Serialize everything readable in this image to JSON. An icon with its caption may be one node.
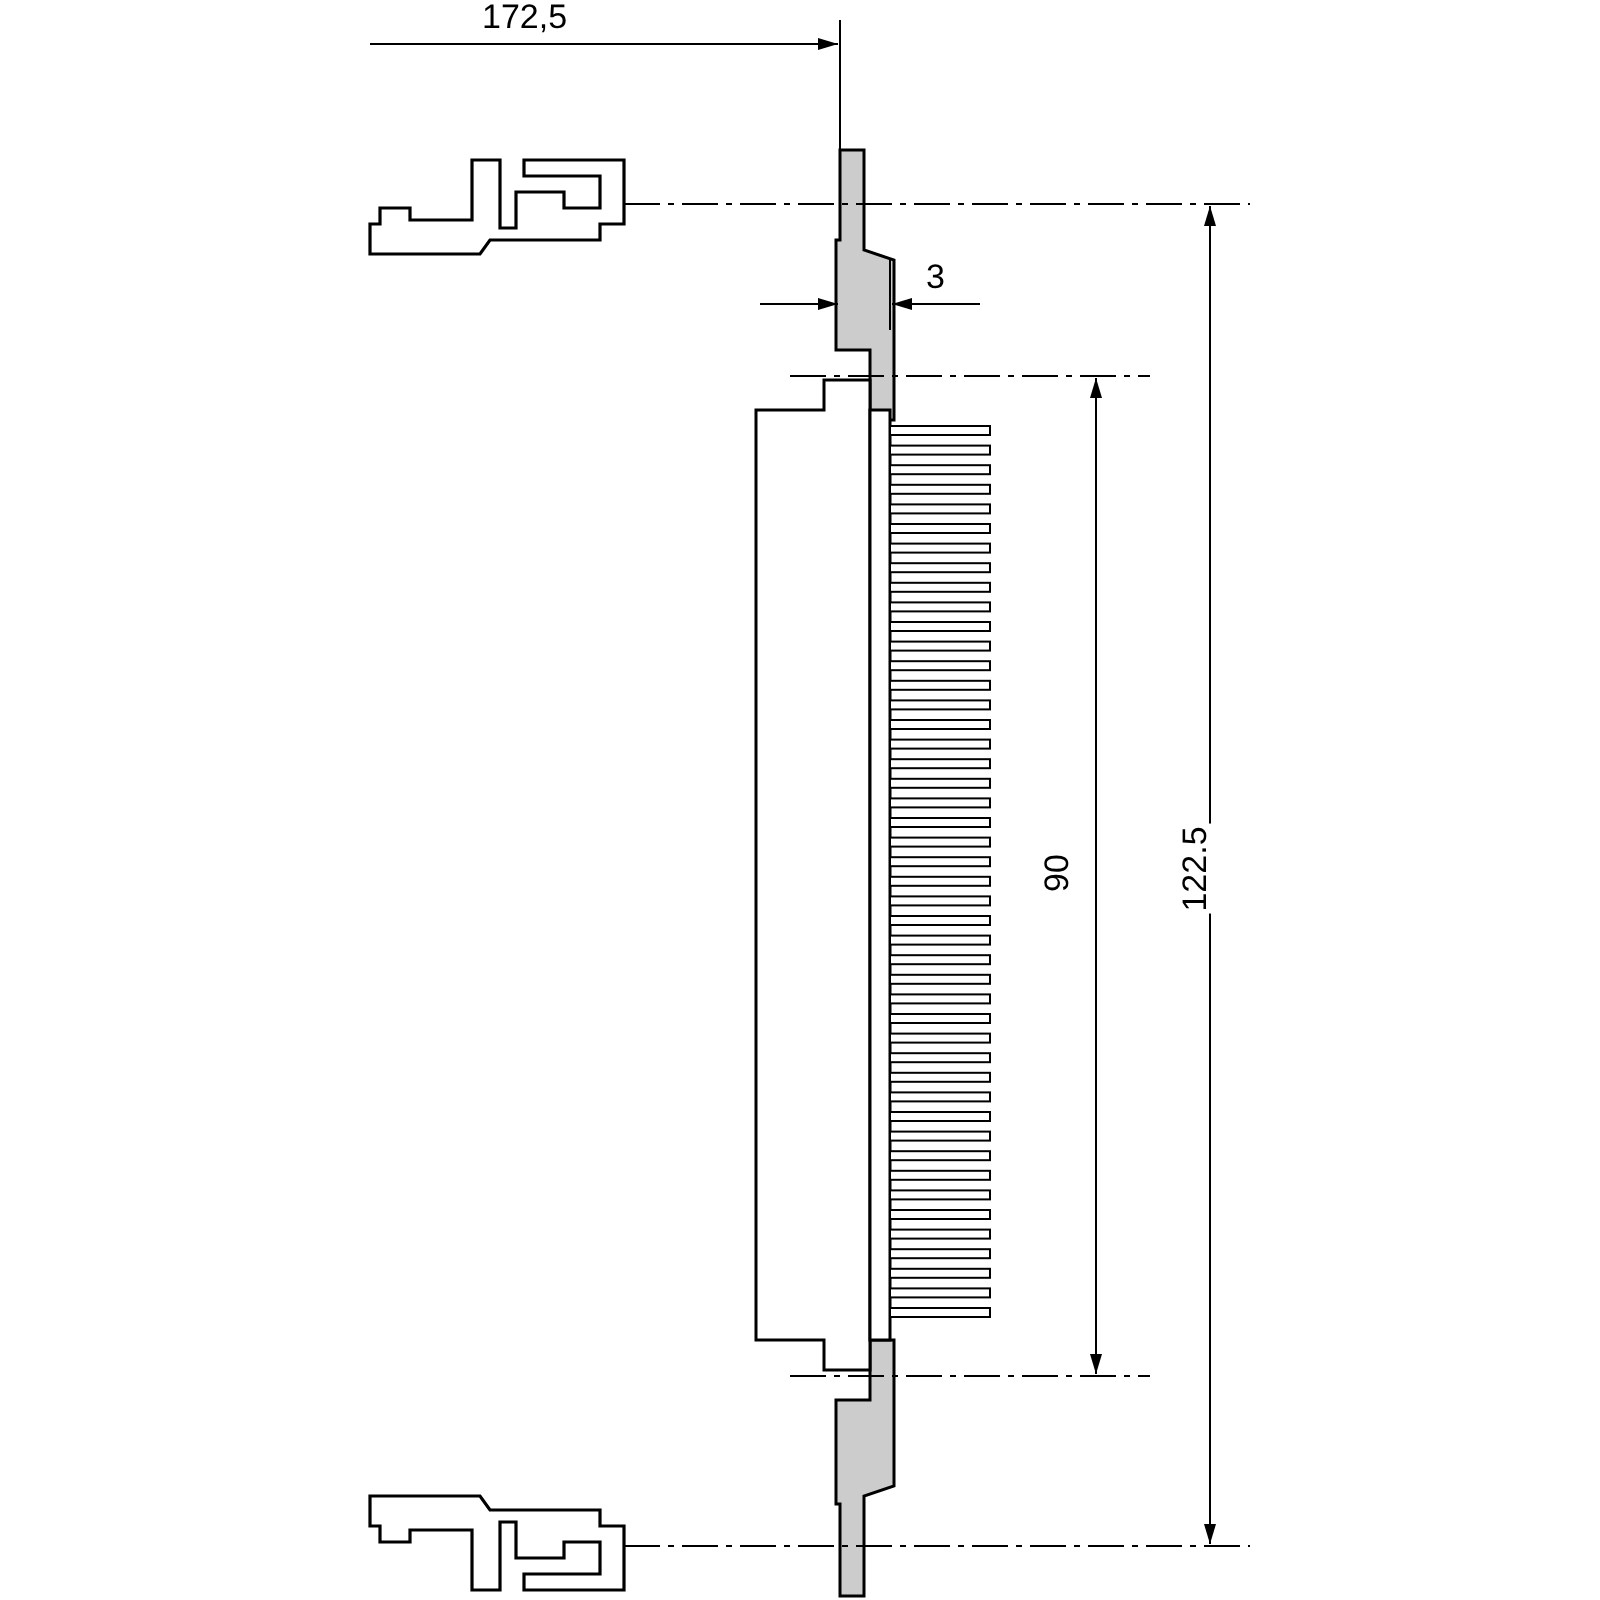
{
  "diagram": {
    "labels": [
      "172,5",
      "3",
      "90",
      "122.5"
    ]
  }
}
